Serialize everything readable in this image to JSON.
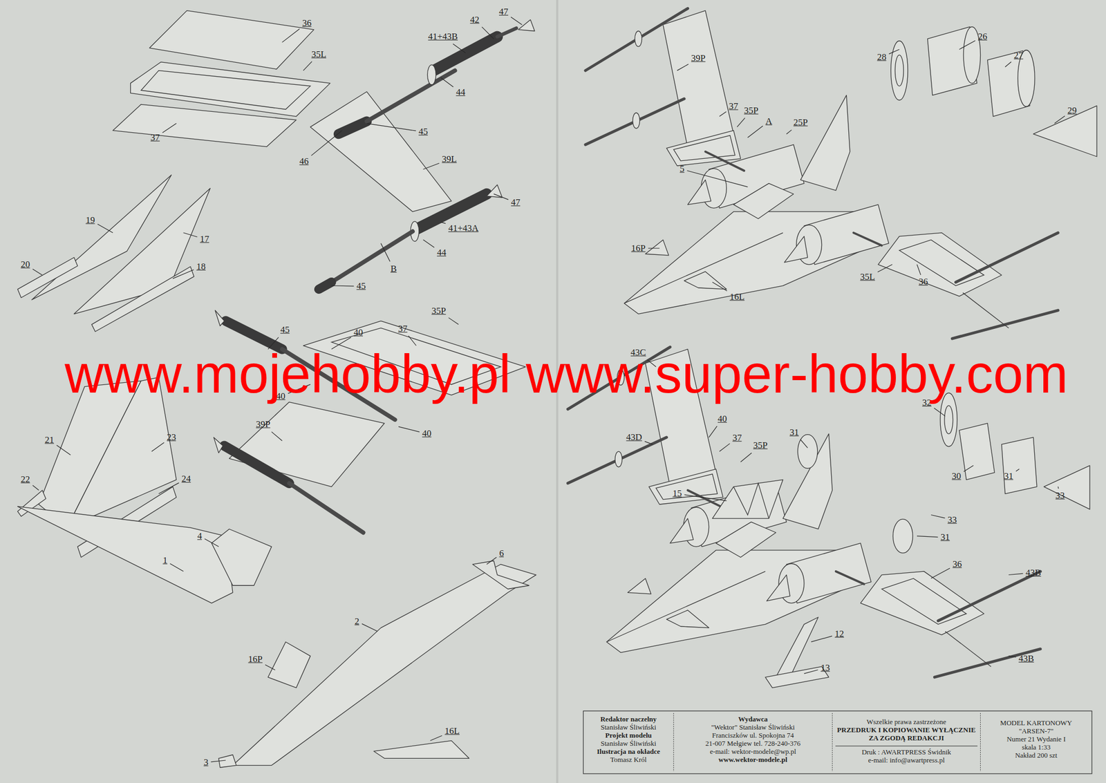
{
  "diagram": {
    "nodes": [
      {
        "text": [
          "Redaktor naczelny",
          "Stanisław Śliwiński",
          "Projekt modelu",
          "Stanisław Śliwiński",
          "Ilustracja na okładce",
          "Tomasz Król"
        ]
      },
      {
        "text": [
          "Wydawca",
          "\"Wektor\" Stanisław Śliwiński",
          "Franciszków ul. Spokojna 74",
          "21-007 Mełgiew tel. 728-240-376",
          "e-mail: wektor-modele@wp.pl",
          "www.wektor-modele.pl"
        ]
      },
      {
        "text": [
          "Wszelkie prawa zastrzeżone",
          "PRZEDRUK I KOPIOWANIE WYŁĄCZNIE ZA ZGODĄ REDAKCJI",
          "Druk : AWARTPRESS Świdnik",
          "e-mail: info@awartpress.pl"
        ]
      },
      {
        "text": [
          "MODEL KARTONOWY",
          "\"ARSEN-7\"",
          "Numer 21 Wydanie I",
          "skala 1:33",
          "Nakład 200 szt"
        ]
      }
    ],
    "labels": [
      "36",
      "35L",
      "37",
      "47",
      "42",
      "41+43B",
      "44",
      "45",
      "46",
      "39L",
      "47",
      "41+43A",
      "44",
      "B",
      "45",
      "19",
      "17",
      "20",
      "18",
      "45",
      "40",
      "35P",
      "37",
      "40",
      "39P",
      "40",
      "21",
      "23",
      "22",
      "24",
      "4",
      "1",
      "6",
      "2",
      "16P",
      "16L",
      "3",
      "39P",
      "37",
      "35P",
      "A",
      "25P",
      "5",
      "28",
      "26",
      "27",
      "29",
      "16P",
      "35L",
      "36",
      "16L",
      "43C",
      "43D",
      "40",
      "37",
      "35P",
      "31",
      "32",
      "30",
      "31",
      "15",
      "33",
      "31",
      "33",
      "36",
      "43B",
      "12",
      "13",
      "43B",
      "www.mojehobby.pl www.super-hobby.com"
    ]
  }
}
